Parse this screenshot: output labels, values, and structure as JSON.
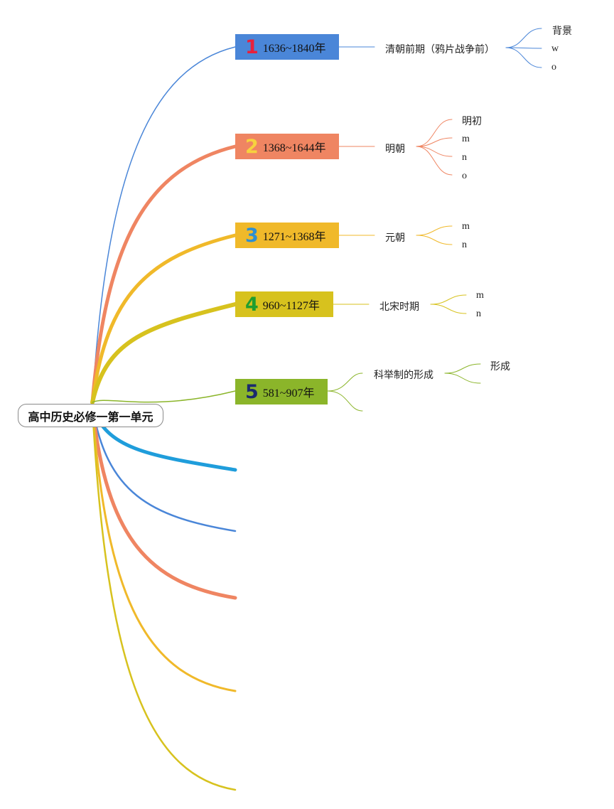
{
  "root": {
    "label": "高中历史必修一第一单元"
  },
  "topics": [
    {
      "num": "1",
      "label": "1636~1840年",
      "color": "#4a86d8",
      "num_color": "#e8203c",
      "sub": "清朝前期（鸦片战争前）",
      "leaves": [
        "背景",
        "w",
        "o"
      ]
    },
    {
      "num": "2",
      "label": "1368~1644年",
      "color": "#ef8562",
      "num_color": "#f7d23e",
      "sub": "明朝",
      "leaves": [
        "明初",
        "m",
        "n",
        "o"
      ]
    },
    {
      "num": "3",
      "label": "1271~1368年",
      "color": "#f0b92a",
      "num_color": "#2f8fd1",
      "sub": "元朝",
      "leaves": [
        "m",
        "n"
      ]
    },
    {
      "num": "4",
      "label": "960~1127年",
      "color": "#d7c21e",
      "num_color": "#1f9e2f",
      "sub": "北宋时期",
      "leaves": [
        "m",
        "n"
      ]
    },
    {
      "num": "5",
      "label": "581~907年",
      "color": "#8bb52a",
      "num_color": "#1b2b6e",
      "sub": "科举制的形成",
      "leaves": [
        "形成",
        ""
      ]
    }
  ],
  "extra_branch_colors": [
    "#1f9ddb",
    "#4a86d8",
    "#ef8562",
    "#f0b92a",
    "#d7c21e"
  ]
}
